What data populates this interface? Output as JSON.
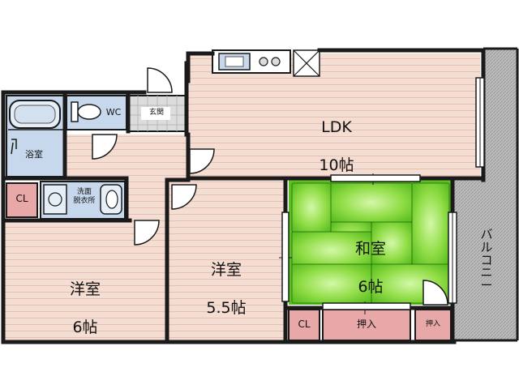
{
  "rooms": {
    "ldk": {
      "name": "LDK",
      "size": "10帖"
    },
    "western_a": {
      "name": "洋室",
      "size": "6帖"
    },
    "western_b": {
      "name": "洋室",
      "size": "5.5帖"
    },
    "japanese": {
      "name": "和室",
      "size": "6帖"
    },
    "bath": {
      "name": "浴室"
    },
    "wc": {
      "name": "WC"
    },
    "entrance": {
      "name": "玄関"
    },
    "washroom": {
      "name": "洗面\n脱衣所"
    },
    "balcony": {
      "name": "バルコニー"
    }
  },
  "storage": {
    "cl_west": "CL",
    "cl_japanese": "CL",
    "oshiire_main": "押入",
    "oshiire_small": "押入"
  },
  "colors": {
    "wall": "#1a1a1a",
    "flooring": "#f4ddd2",
    "flooring_line": "#e2b9a8",
    "tatami": "#6fcf2f",
    "tatami_light": "#c9f59a",
    "wet_area": "#c8d8ec",
    "storage": "#e8a8a8",
    "entrance_tile": "#dcdcdc",
    "balcony": "#bcbcbc"
  }
}
